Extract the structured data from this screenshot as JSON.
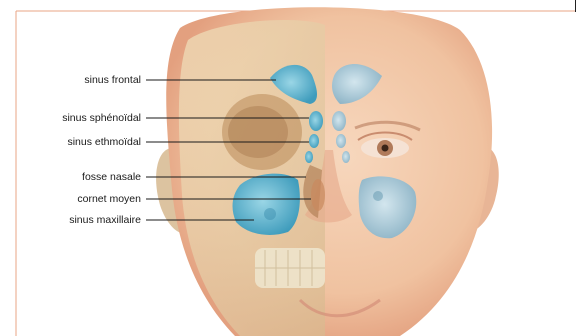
{
  "labels": {
    "sinus_frontal": "sinus frontal",
    "sinus_sphenoidal": "sinus sphénoïdal",
    "sinus_ethmoidal": "sinus ethmoïdal",
    "fosse_nasale": "fosse nasale",
    "cornet_moyen": "cornet moyen",
    "sinus_maxillaire": "sinus maxillaire"
  },
  "colors": {
    "frame": "#e8a585",
    "skin": "#f2c9a8",
    "skin_shadow": "#e4a98a",
    "skull": "#e9d2a8",
    "sinus_blue": "#5fb6cf",
    "sinus_grey": "#a9c8d6",
    "leader_line": "#1a1a1a"
  }
}
